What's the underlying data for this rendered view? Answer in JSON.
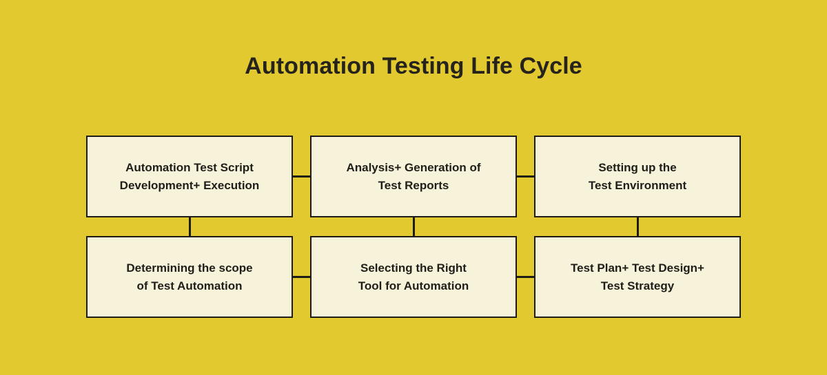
{
  "page": {
    "title": "Automation Testing Life Cycle",
    "background_color": "#e2c92f",
    "box_fill_color": "#f7f2da",
    "box_border_color": "#1d1b16",
    "text_color": "#201e18"
  },
  "diagram": {
    "type": "flow-grid",
    "rows": 2,
    "columns": 3,
    "nodes": [
      {
        "id": "node-1",
        "row": 1,
        "column": 1,
        "label": "Automation Test Script\nDevelopment+ Execution"
      },
      {
        "id": "node-2",
        "row": 1,
        "column": 2,
        "label": "Analysis+ Generation of\nTest Reports"
      },
      {
        "id": "node-3",
        "row": 1,
        "column": 3,
        "label": "Setting up the\nTest Environment"
      },
      {
        "id": "node-4",
        "row": 2,
        "column": 1,
        "label": "Determining the scope\nof Test Automation"
      },
      {
        "id": "node-5",
        "row": 2,
        "column": 2,
        "label": "Selecting the Right\nTool for Automation"
      },
      {
        "id": "node-6",
        "row": 2,
        "column": 3,
        "label": "Test Plan+ Test Design+\nTest Strategy"
      }
    ],
    "connectors": [
      {
        "id": "conn-r1-c1-c2",
        "orientation": "horizontal",
        "from": "node-1",
        "to": "node-2"
      },
      {
        "id": "conn-r1-c2-c3",
        "orientation": "horizontal",
        "from": "node-2",
        "to": "node-3"
      },
      {
        "id": "conn-r2-c1-c2",
        "orientation": "horizontal",
        "from": "node-4",
        "to": "node-5"
      },
      {
        "id": "conn-r2-c2-c3",
        "orientation": "horizontal",
        "from": "node-5",
        "to": "node-6"
      },
      {
        "id": "conn-c1-r1-r2",
        "orientation": "vertical",
        "from": "node-1",
        "to": "node-4"
      },
      {
        "id": "conn-c2-r1-r2",
        "orientation": "vertical",
        "from": "node-2",
        "to": "node-5"
      },
      {
        "id": "conn-c3-r1-r2",
        "orientation": "vertical",
        "from": "node-3",
        "to": "node-6"
      }
    ]
  }
}
